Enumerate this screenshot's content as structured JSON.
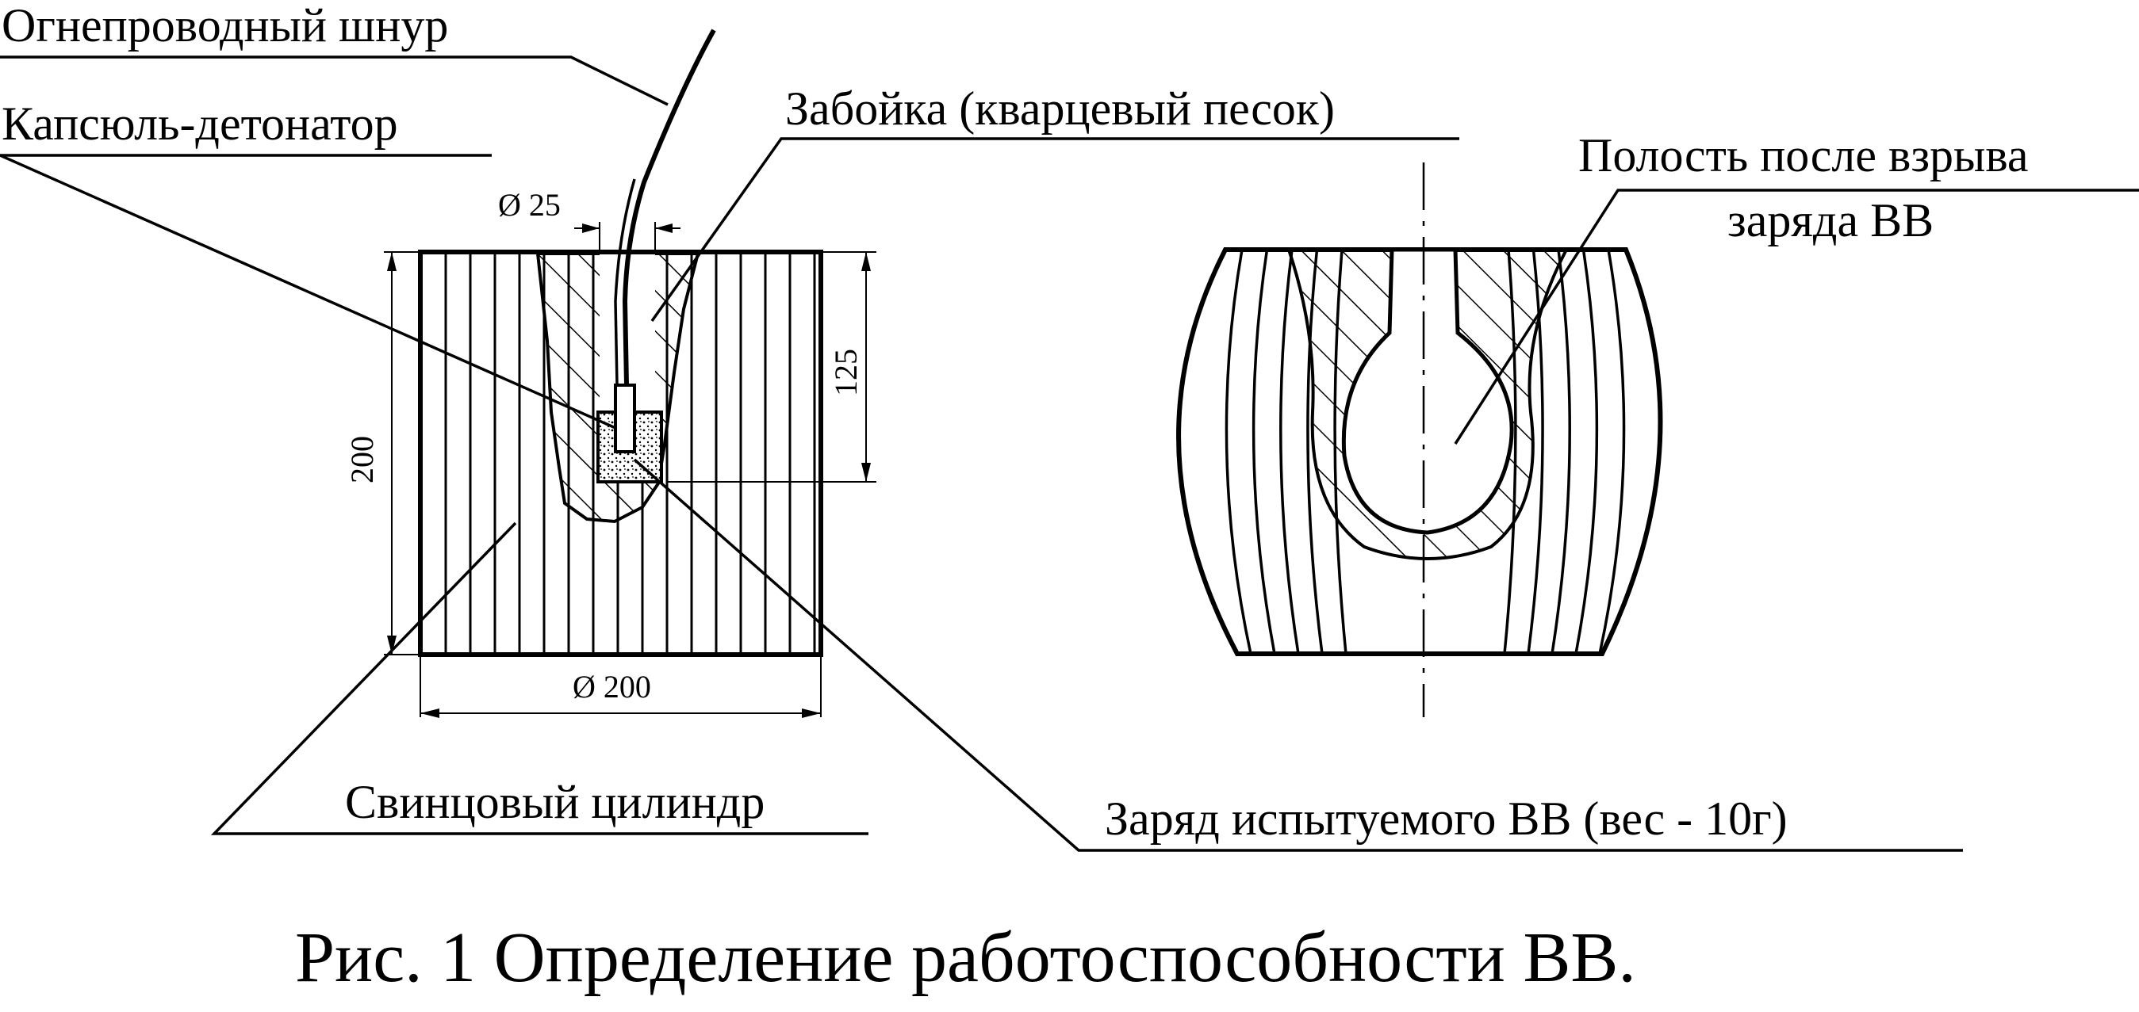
{
  "labels": {
    "fuse": "Огнепроводный шнур",
    "detonator": "Капсюль-детонатор",
    "stemming": "Забойка (кварцевый песок)",
    "cavity": "Полость после взрыва",
    "cavity2": "заряда ВВ",
    "cylinder": "Свинцовый цилиндр",
    "charge": "Заряд испытуемого ВВ (вес - 10г)"
  },
  "dimensions": {
    "hole_diameter": "Ø 25",
    "cylinder_diameter": "Ø 200",
    "height": "200",
    "depth": "125"
  },
  "caption": "Рис. 1 Определение работоспособности ВВ."
}
